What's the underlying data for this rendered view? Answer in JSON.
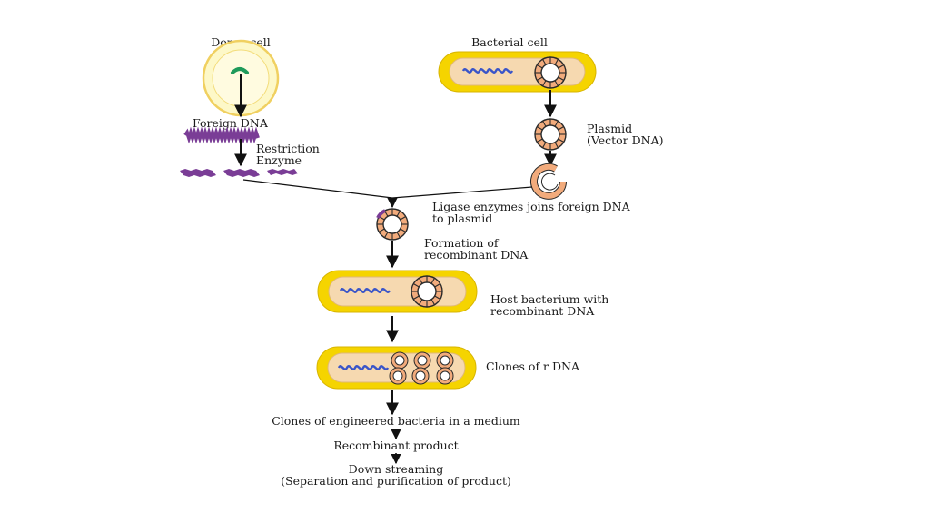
{
  "labels": {
    "donor_cell": "Donor cell",
    "bacterial_cell": "Bacterial cell",
    "foreign_dna": "Foreign DNA",
    "restriction_line1": "Restriction",
    "restriction_line2": "Enzyme",
    "plasmid_line1": "Plasmid",
    "plasmid_line2": "(Vector DNA)",
    "ligase_line1": "Ligase enzymes joins foreign DNA",
    "ligase_line2": "to plasmid",
    "formation_line1": "Formation of",
    "formation_line2": "recombinant DNA",
    "host_line1": "Host bacterium with",
    "host_line2": "recombinant DNA",
    "clones_rdna": "Clones of r DNA",
    "clones_medium": "Clones of engineered bacteria in a medium",
    "recombinant_product": "Recombinant product",
    "downstream_line1": "Down streaming",
    "downstream_line2": "(Separation and purification of product)"
  },
  "colors": {
    "cell_outer": "#f5d400",
    "cell_inner": "#f6d9b0",
    "donor_fill": "#fdf8c8",
    "donor_ring": "#f0d060",
    "dna_purple": "#7a3d96",
    "chromosome_blue": "#3a55c8",
    "plasmid_ring": "#f2ab7c",
    "plasmid_dark": "#2a2a2a",
    "gene_green": "#1f9a5a",
    "arrow": "#111111"
  }
}
